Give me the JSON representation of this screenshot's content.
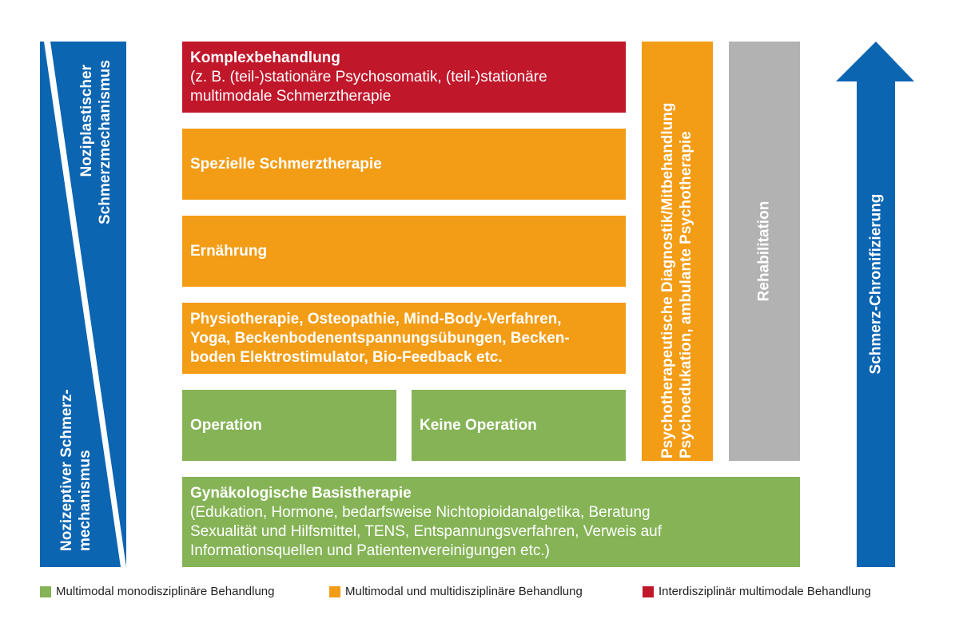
{
  "left_bar": {
    "top_label_1": "Noziplastischer",
    "top_label_2": "Schmerzmechanismus",
    "bottom_label_1": "Nozizeptiver Schmerz-",
    "bottom_label_2": "mechanismus"
  },
  "boxes": {
    "komplex": {
      "title": "Komplexbehandlung",
      "text1": "(z. B. (teil-)stationäre Psychosomatik, (teil-)stationäre",
      "text2": "multimodale Schmerztherapie"
    },
    "spezielle": {
      "title": "Spezielle Schmerztherapie"
    },
    "ernaehrung": {
      "title": "Ernährung"
    },
    "physio": {
      "line1": "Physiotherapie, Osteopathie, Mind-Body-Verfahren,",
      "line2": "Yoga, Beckenbodenentspannungsübungen, Becken-",
      "line3": "boden Elektrostimulator, Bio-Feedback etc."
    },
    "operation": {
      "title": "Operation"
    },
    "keine_operation": {
      "title": "Keine Operation"
    },
    "psycho": {
      "line1": "Psychotherapeutische Diagnostik/Mitbehandlung",
      "line2": "Psychoedukation, ambulante Psychotherapie"
    },
    "reha": {
      "title": "Rehabilitation"
    },
    "basis": {
      "title": "Gynäkologische Basistherapie",
      "text1": "(Edukation, Hormone, bedarfsweise Nichtopioidanalgetika, Beratung",
      "text2": "Sexualität und Hilfsmittel, TENS, Entspannungsverfahren, Verweis auf",
      "text3": "Informationsquellen und Patientenvereinigungen etc.)"
    }
  },
  "arrow": {
    "label": "Schmerz-Chronifizierung"
  },
  "legend": [
    {
      "label": "Multimodal monodisziplinäre Behandlung",
      "color": "#85b356"
    },
    {
      "label": "Multimodal und multidisziplinäre Behandlung",
      "color": "#f39c15"
    },
    {
      "label": "Interdisziplinär multimodale Behandlung",
      "color": "#c1172a"
    }
  ]
}
